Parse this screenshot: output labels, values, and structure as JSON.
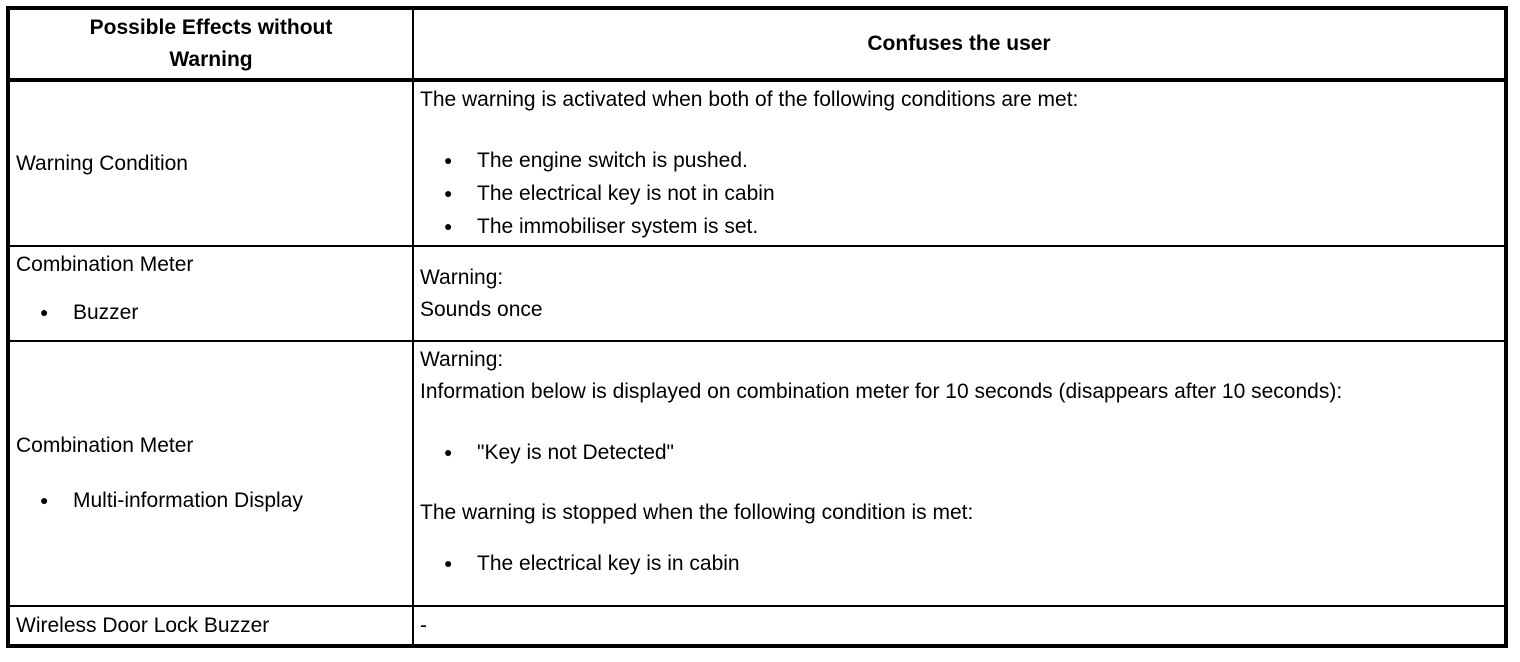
{
  "icons": {
    "bullet": "●"
  },
  "header": {
    "col1": "Possible Effects without Warning",
    "col2": "Confuses the user"
  },
  "rows": {
    "warning_condition": {
      "label": "Warning Condition",
      "intro": "The warning is activated when both of the following conditions are met:",
      "bullets": [
        "The engine switch is pushed.",
        "The electrical key is not in cabin",
        "The immobiliser system is set."
      ]
    },
    "buzzer": {
      "label": "Combination Meter",
      "label_bullet": "Buzzer",
      "line1": "Warning:",
      "line2": "Sounds once"
    },
    "multi_info": {
      "label": "Combination Meter",
      "label_bullet": "Multi-information Display",
      "line1": "Warning:",
      "line2": "Information below is displayed on combination meter for 10 seconds (disappears after 10 seconds):",
      "bullet1": "\"Key is not Detected\"",
      "line3": "The warning is stopped when the following condition is met:",
      "bullet2": "The electrical key is in cabin"
    },
    "wireless": {
      "label": "Wireless Door Lock Buzzer",
      "value": "-"
    }
  }
}
